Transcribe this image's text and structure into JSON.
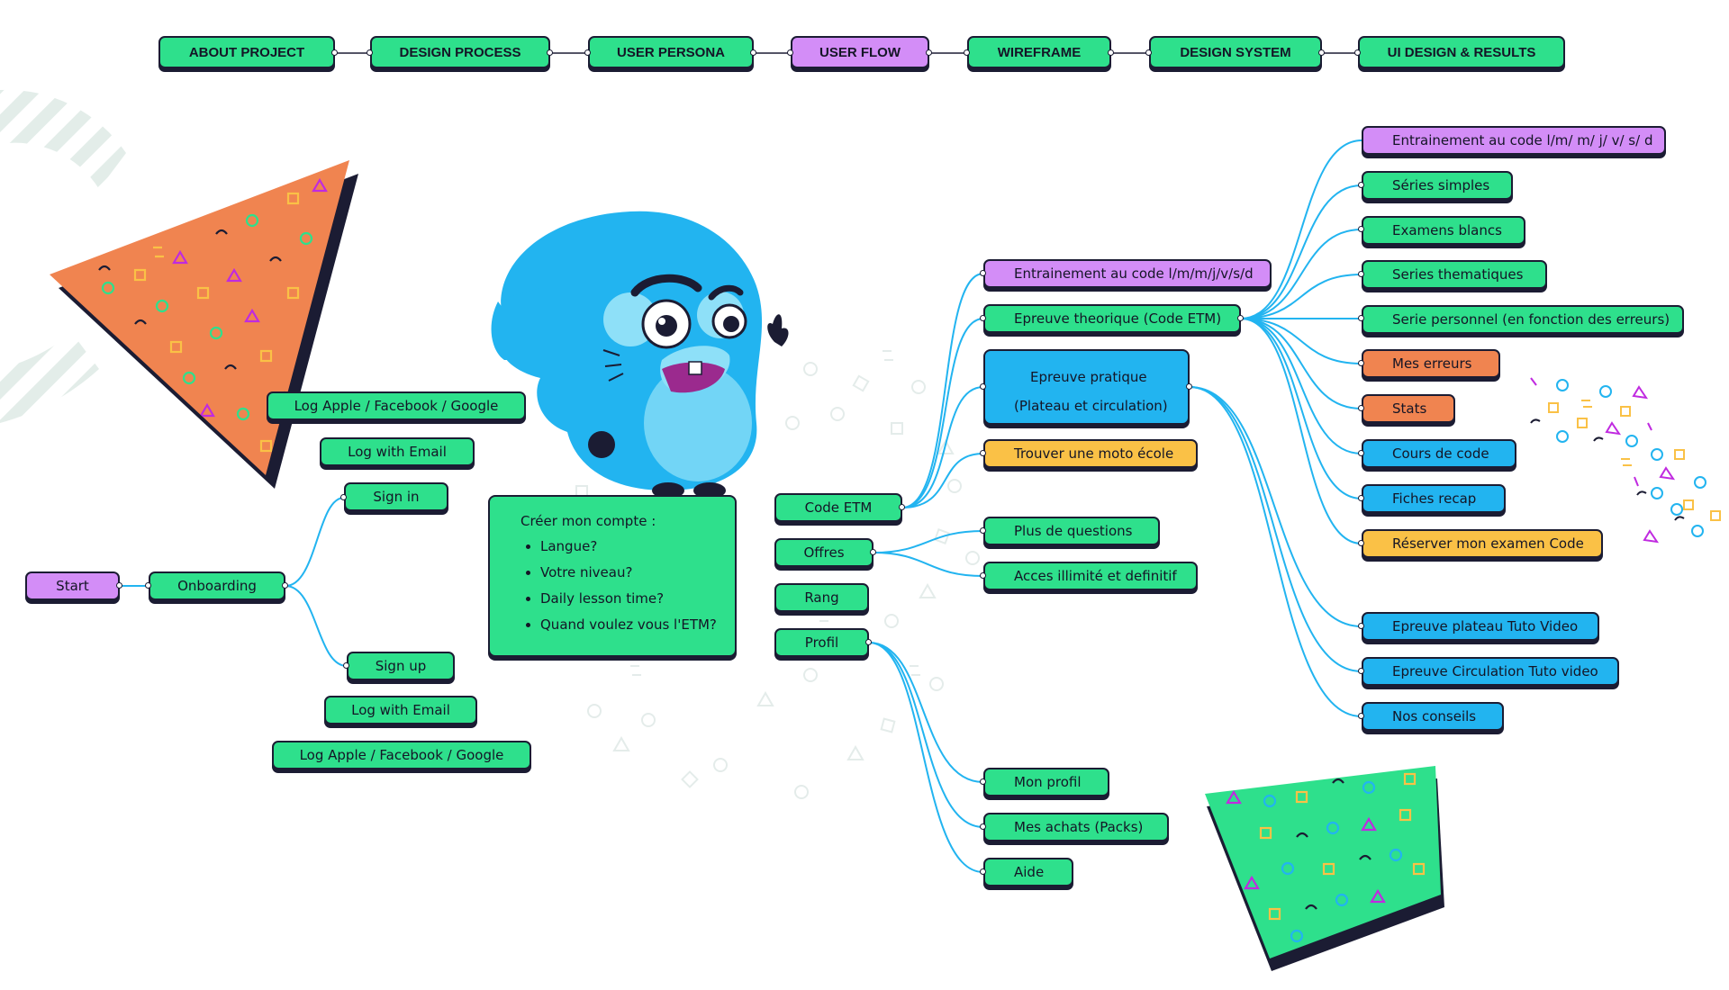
{
  "nav": {
    "tabs": [
      {
        "label": "ABOUT PROJECT",
        "color": "#2ee08c"
      },
      {
        "label": "DESIGN PROCESS",
        "color": "#2ee08c"
      },
      {
        "label": "USER PERSONA",
        "color": "#2ee08c"
      },
      {
        "label": "USER FLOW",
        "color": "#d38df7",
        "active": true
      },
      {
        "label": "WIREFRAME",
        "color": "#2ee08c"
      },
      {
        "label": "DESIGN SYSTEM",
        "color": "#2ee08c"
      },
      {
        "label": "UI DESIGN & RESULTS",
        "color": "#2ee08c"
      }
    ]
  },
  "flow": {
    "start": "Start",
    "onboarding": "Onboarding",
    "sign_in": "Sign in",
    "sign_in_email": "Log with Email",
    "sign_in_social": "Log Apple / Facebook / Google",
    "sign_up": "Sign up",
    "sign_up_email": "Log with Email",
    "sign_up_social": "Log Apple / Facebook / Google",
    "account": {
      "title": "Créer mon compte :",
      "items": [
        "Langue?",
        "Votre niveau?",
        "Daily lesson time?",
        "Quand voulez vous l'ETM?"
      ]
    },
    "menu": {
      "code_etm": "Code ETM",
      "offres": "Offres",
      "rang": "Rang",
      "profil": "Profil"
    },
    "code_etm": {
      "entrainement": "Entrainement au code l/m/m/j/v/s/d",
      "epreuve_theorique": "Epreuve theorique (Code ETM)",
      "epreuve_pratique_line1": "Epreuve pratique",
      "epreuve_pratique_line2": "(Plateau et circulation)",
      "trouver_moto": "Trouver une moto école"
    },
    "offres": {
      "plus_questions": "Plus de questions",
      "acces_illimite": "Acces illimité et definitif"
    },
    "profil": {
      "mon_profil": "Mon profil",
      "mes_achats": "Mes achats (Packs)",
      "aide": "Aide"
    },
    "theorique": {
      "entrainement": "Entrainement au code l/m/ m/ j/ v/ s/ d",
      "series_simples": "Séries simples",
      "examens_blancs": "Examens blancs",
      "series_thematiques": "Series thematiques",
      "serie_personnel": "Serie personnel (en fonction des erreurs)",
      "mes_erreurs": "Mes erreurs",
      "stats": "Stats",
      "cours_code": "Cours de code",
      "fiches_recap": "Fiches recap",
      "reserver_examen": "Réserver mon examen Code"
    },
    "pratique": {
      "plateau_video": "Epreuve plateau Tuto Video",
      "circulation_video": "Epreuve Circulation Tuto video",
      "conseils": "Nos conseils"
    }
  },
  "colors": {
    "green": "#2ee08c",
    "purple": "#d38df7",
    "orange": "#f08450",
    "blue": "#22b4f0",
    "yellow": "#fac146",
    "outline": "#1b1c33",
    "connector": "#22b4f0"
  }
}
